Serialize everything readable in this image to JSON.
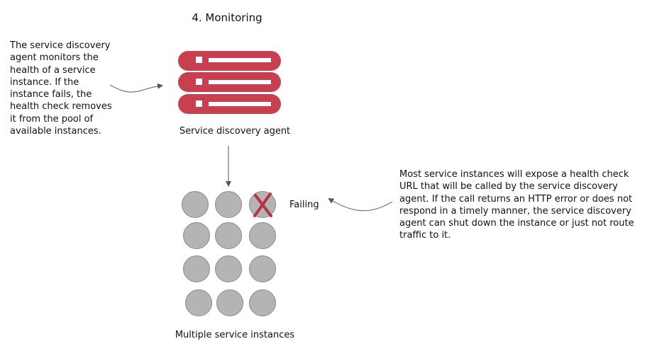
{
  "title": "4. Monitoring",
  "left_note": "The service discovery\nagent monitors the\nhealth of a service\ninstance. If the\ninstance fails, the\nhealth check removes\nit from the pool of\navailable instances.",
  "right_note": "Most service instances will expose a health check\nURL that will be called by the service discovery\nagent. If the call returns an HTTP error or does not\nrespond in a timely manner, the service discovery\nagent can shut down the instance or just not route\ntraffic to it.",
  "agent_label": "Service discovery agent",
  "instances_label": "Multiple service instances",
  "failing_label": "Failing",
  "colors": {
    "server": "#c8404f",
    "instance_fill": "#b4b4b4",
    "instance_stroke": "#8a8a8a",
    "failure_mark": "#b8323f",
    "arrow": "#555555"
  },
  "icons": {
    "agent": "server-stack-icon",
    "failure": "x-mark-icon"
  }
}
